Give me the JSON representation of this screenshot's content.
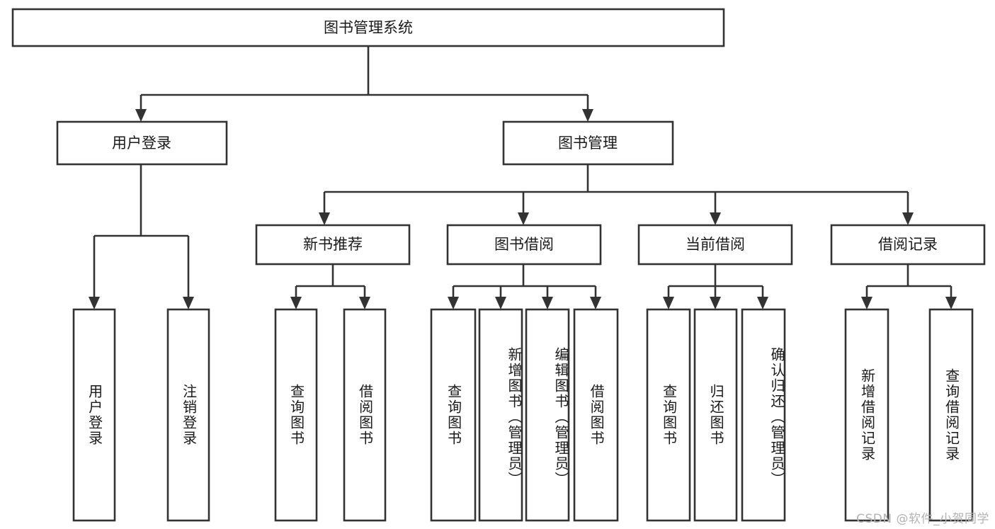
{
  "diagram": {
    "title": "图书管理系统",
    "type": "tree-hierarchy-chart",
    "watermark": "CSDN @软件_小贺同学",
    "colors": {
      "background": "#ffffff",
      "box_fill": "#ffffff",
      "box_stroke": "#333333",
      "text": "#1a1a1a",
      "watermark": "#b3b3b3"
    },
    "root": {
      "label": "图书管理系统"
    },
    "level2": [
      {
        "id": "user-login",
        "label": "用户登录"
      },
      {
        "id": "book-management",
        "label": "图书管理"
      }
    ],
    "level3": [
      {
        "id": "new-book-recommend",
        "label": "新书推荐"
      },
      {
        "id": "book-borrow",
        "label": "图书借阅"
      },
      {
        "id": "current-borrow",
        "label": "当前借阅"
      },
      {
        "id": "borrow-record",
        "label": "借阅记录"
      }
    ],
    "leaves": {
      "user_login": [
        {
          "id": "leaf-user-login",
          "label": "用户登录"
        },
        {
          "id": "leaf-user-logout",
          "label": "注销登录"
        }
      ],
      "new_book_recommend": [
        {
          "id": "leaf-query-book-1",
          "label": "查询图书"
        },
        {
          "id": "leaf-borrow-book-1",
          "label": "借阅图书"
        }
      ],
      "book_borrow": [
        {
          "id": "leaf-query-book-2",
          "label": "查询图书"
        },
        {
          "id": "leaf-add-book",
          "label": "新增图书（管理员）"
        },
        {
          "id": "leaf-edit-book",
          "label": "编辑图书（管理员）"
        },
        {
          "id": "leaf-borrow-book-2",
          "label": "借阅图书"
        }
      ],
      "current_borrow": [
        {
          "id": "leaf-query-book-3",
          "label": "查询图书"
        },
        {
          "id": "leaf-return-book",
          "label": "归还图书"
        },
        {
          "id": "leaf-confirm-return",
          "label": "确认归还（管理员）"
        }
      ],
      "borrow_record": [
        {
          "id": "leaf-add-record",
          "label": "新增借阅记录"
        },
        {
          "id": "leaf-query-record",
          "label": "查询借阅记录"
        }
      ]
    }
  }
}
